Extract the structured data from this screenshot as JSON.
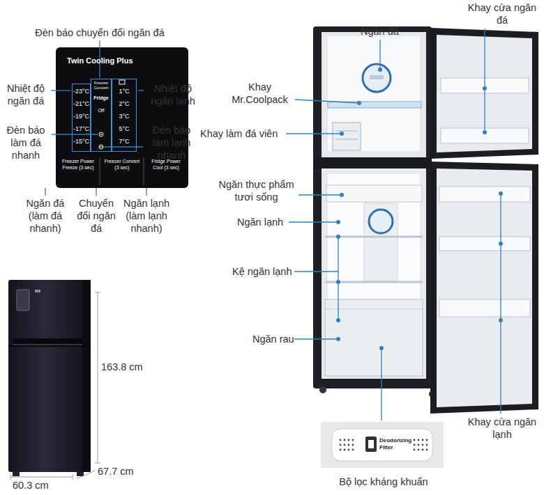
{
  "diagram": {
    "nodes": [
      {
        "text": [
          "Twin Cooling Plus",
          "Freezer Power Freeze (3 sec)",
          "Freezer Convert (3 sec)",
          "Fridge Power Cool (3 sec)"
        ]
      },
      {
        "text": [
          "-23°C",
          "-21°C",
          "-19°C",
          "-17°C",
          "-15°C"
        ],
        "in": 0
      },
      {
        "text": [
          "Freezer Convert",
          "Fridge",
          "Off"
        ],
        "in": 0
      },
      {
        "text": [
          "1°C",
          "2°C",
          "3°C",
          "5°C",
          "7°C"
        ],
        "in": 0
      },
      {
        "text": [
          "Deodorizing Filter"
        ]
      }
    ],
    "labels": [
      "Đèn báo chuyển đổi ngăn đá",
      "Nhiệt độ ngăn đá",
      "Nhiệt độ ngăn lạnh",
      "Đèn báo làm đá nhanh",
      "Đèn báo làm lạnh nhanh",
      "Ngăn đá (làm đá nhanh)",
      "Chuyển đổi ngăn đá",
      "Ngăn lạnh (làm lạnh nhanh)",
      "163.8 cm",
      "60.3 cm",
      "67.7 cm",
      "Ngăn đá",
      "Khay cửa ngăn đá",
      "Khay Mr.Coolpack",
      "Khay làm đá viên",
      "Ngăn thực phẩm tươi sống",
      "Ngăn lạnh",
      "Kệ ngăn lạnh",
      "Ngăn rau",
      "Khay cửa ngăn lạnh",
      "Bộ lọc kháng khuẩn"
    ]
  }
}
